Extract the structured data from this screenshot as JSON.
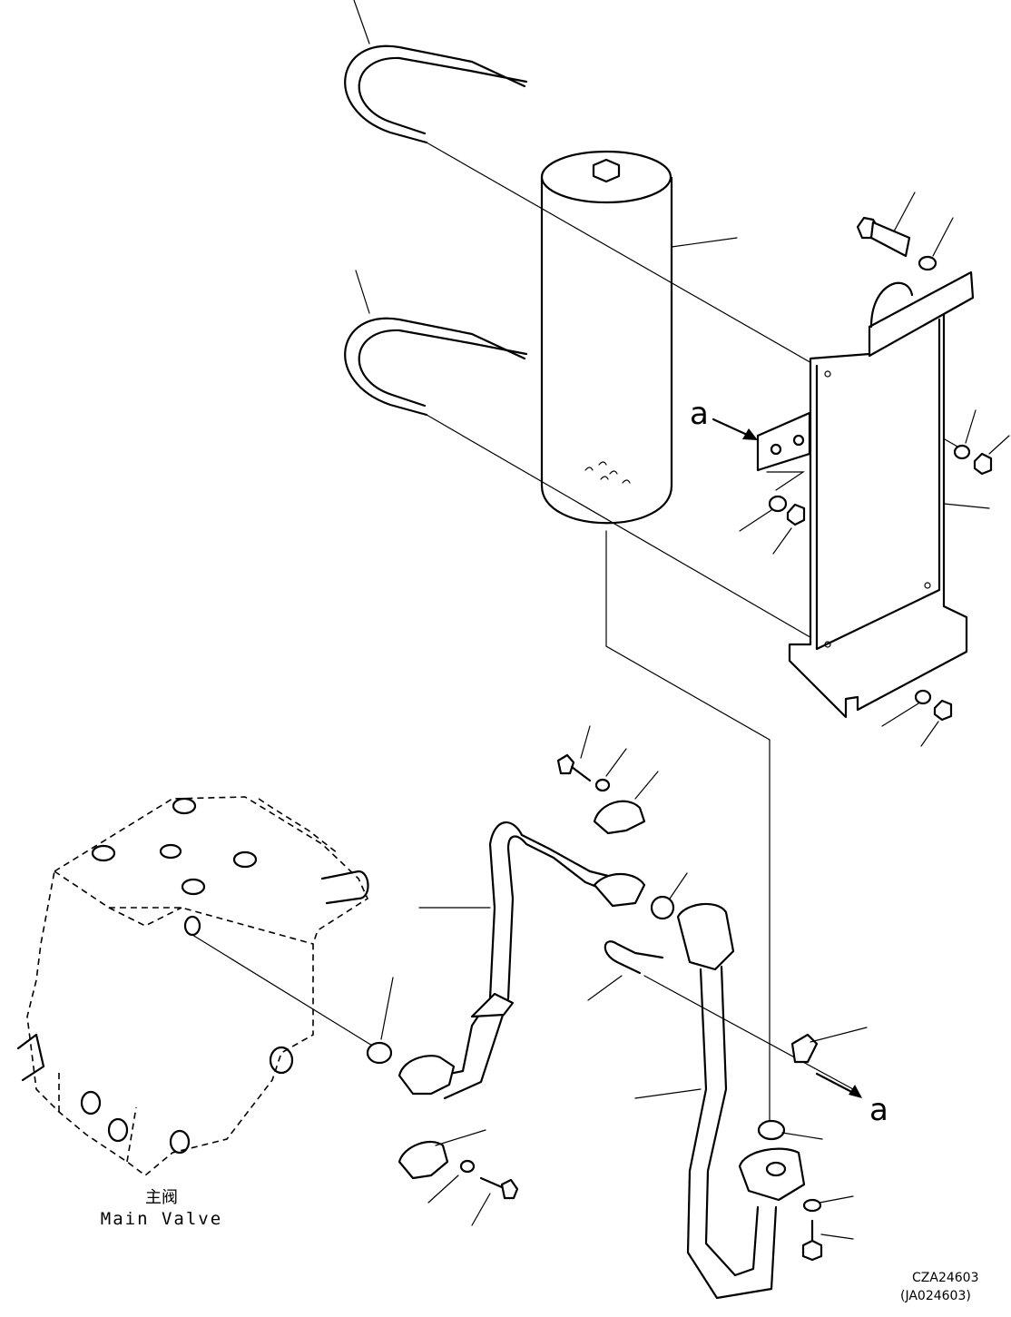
{
  "labels": {
    "view_arrow_top": "a",
    "view_arrow_bottom": "a",
    "main_valve_cn": "主阀",
    "main_valve_en": "Main Valve",
    "drawing_code": "CZA24603",
    "drawing_code_alt": "(JA024603)"
  }
}
